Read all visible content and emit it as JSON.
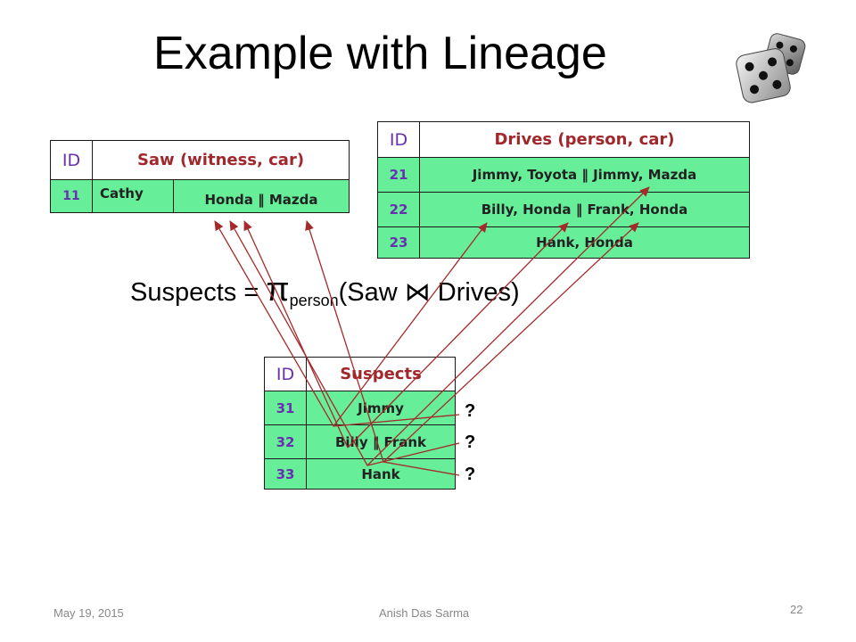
{
  "title": "Example with Lineage",
  "saw": {
    "id_header": "ID",
    "rel_header": "Saw (witness, car)",
    "row": {
      "id": "11",
      "witness": "Cathy",
      "car": "Honda ‖ Mazda"
    }
  },
  "drives": {
    "id_header": "ID",
    "rel_header": "Drives (person, car)",
    "rows": [
      {
        "id": "21",
        "value": "Jimmy, Toyota ‖ Jimmy, Mazda"
      },
      {
        "id": "22",
        "value": "Billy, Honda ‖ Frank, Honda"
      },
      {
        "id": "23",
        "value": "Hank, Honda"
      }
    ]
  },
  "formula": {
    "lhs": "Suspects = ",
    "pi": "π",
    "sub": "person",
    "rest": "(Saw ⋈ Drives)"
  },
  "suspects": {
    "id_header": "ID",
    "rel_header": "Suspects",
    "rows": [
      {
        "id": "31",
        "value": "Jimmy"
      },
      {
        "id": "32",
        "value": "Billy ‖ Frank"
      },
      {
        "id": "33",
        "value": "Hank"
      }
    ]
  },
  "question_marks": [
    "?",
    "?",
    "?"
  ],
  "footer": {
    "date": "May 19, 2015",
    "author": "Anish Das Sarma",
    "page": "22"
  },
  "colors": {
    "row_fill": "#66ee99",
    "id_text": "#6a2fb0",
    "header_text": "#a0282d",
    "arrow": "#a52a2a"
  }
}
